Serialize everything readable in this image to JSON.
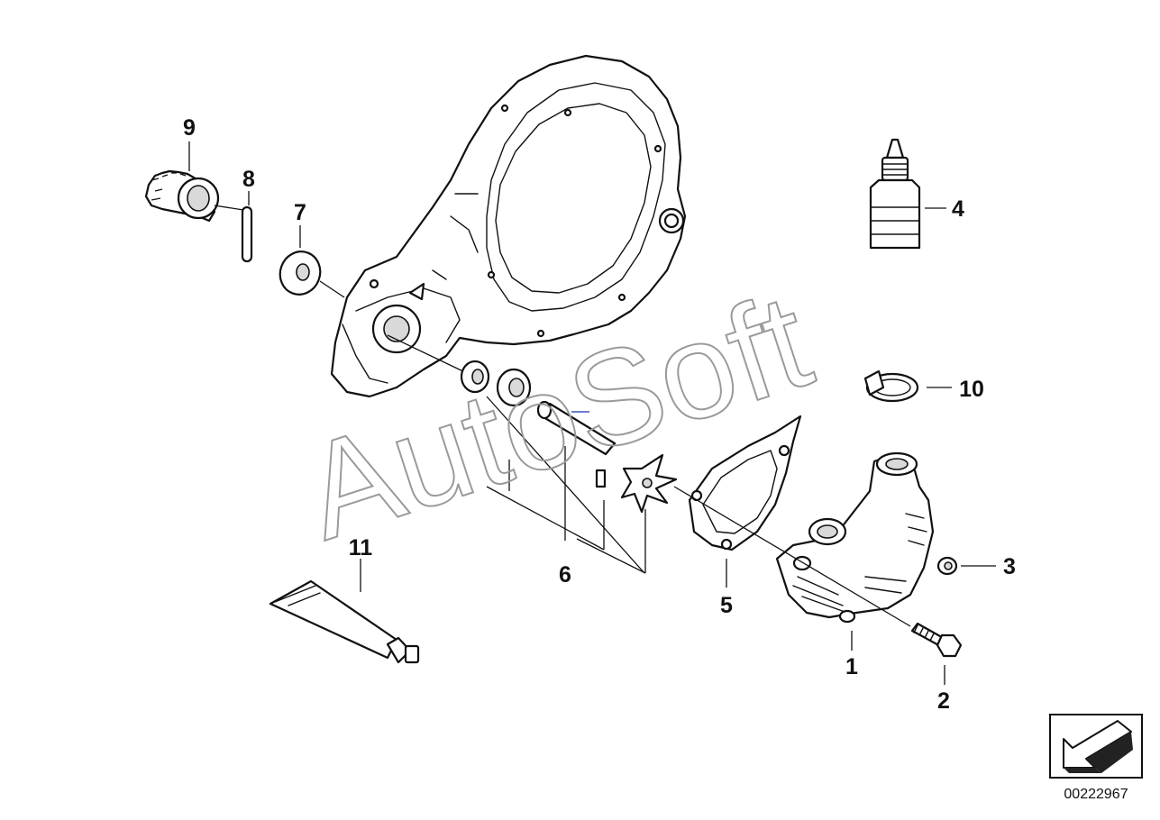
{
  "callouts": [
    {
      "id": "1",
      "label": "1"
    },
    {
      "id": "2",
      "label": "2"
    },
    {
      "id": "3",
      "label": "3"
    },
    {
      "id": "4",
      "label": "4"
    },
    {
      "id": "5",
      "label": "5"
    },
    {
      "id": "6",
      "label": "6"
    },
    {
      "id": "7",
      "label": "7"
    },
    {
      "id": "8",
      "label": "8"
    },
    {
      "id": "9",
      "label": "9"
    },
    {
      "id": "10",
      "label": "10"
    },
    {
      "id": "11",
      "label": "11"
    }
  ],
  "watermark": {
    "text": "AutoSoft"
  },
  "reference_number": "00222967",
  "icons": {
    "nav": "arrow-down-left-icon"
  }
}
